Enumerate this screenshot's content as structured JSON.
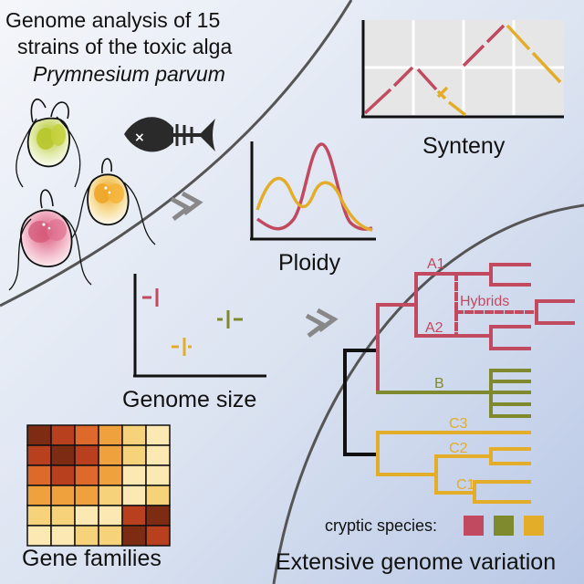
{
  "title": {
    "line1": "Genome analysis of 15",
    "line2": "strains of the toxic alga",
    "line3": "Prymnesium parvum"
  },
  "panels": {
    "synteny": "Synteny",
    "ploidy": "Ploidy",
    "genome_size": "Genome size",
    "gene_families": "Gene families",
    "variation": "Extensive genome variation"
  },
  "tree": {
    "labels": {
      "a1": "A1",
      "a2": "A2",
      "hybrids": "Hybrids",
      "b": "B",
      "c1": "C1",
      "c2": "C2",
      "c3": "C3"
    },
    "legend_label": "cryptic species:"
  },
  "colors": {
    "background_left": "#f2f4f9",
    "background_right": "#c3d0e9",
    "clade_a": "#c24a60",
    "clade_b": "#7f8a2e",
    "clade_c": "#e3ad2a",
    "root": "#111111"
  },
  "icons": [
    "algae-cell-icon",
    "dead-fish-icon",
    "chevron-arrow-icon"
  ]
}
